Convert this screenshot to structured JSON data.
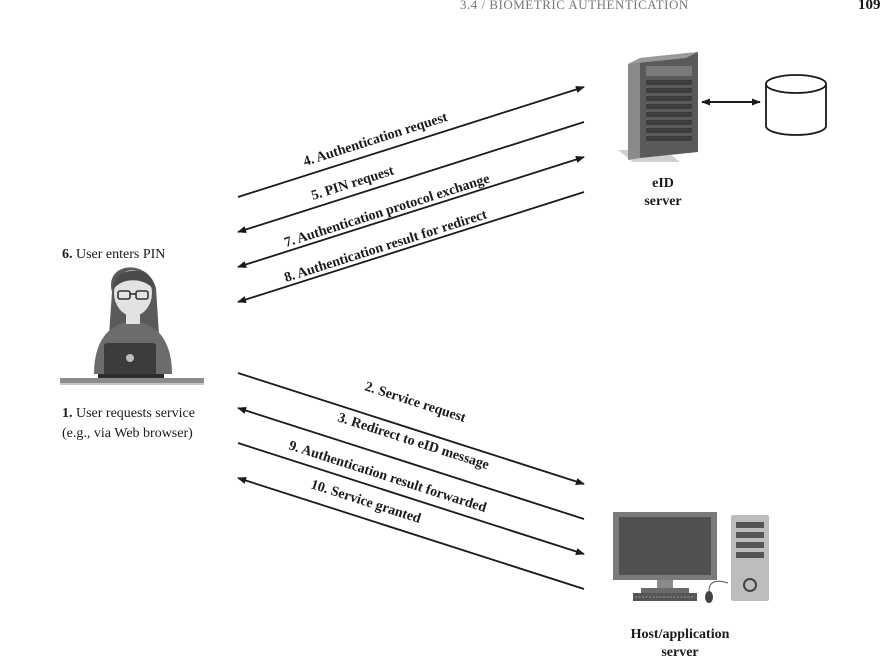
{
  "header": {
    "running_title": "3.4 / BIOMETRIC AUTHENTICATION",
    "page_number": "109"
  },
  "user": {
    "step6_num": "6.",
    "step6_text": " User enters PIN",
    "step1_num": "1.",
    "step1_text": " User requests service",
    "step1_sub": "(e.g., via Web browser)"
  },
  "eid_server": {
    "line1": "eID",
    "line2": "server"
  },
  "host_server": {
    "line1": "Host/application",
    "line2": "server"
  },
  "messages": {
    "m4": "4. Authentication request",
    "m5": "5. PIN request",
    "m7": "7. Authentication protocol exchange",
    "m8": "8. Authentication result for redirect",
    "m2": "2. Service request",
    "m3": "3. Redirect to eID message",
    "m9": "9. Authentication result forwarded",
    "m10": "10. Service granted"
  }
}
